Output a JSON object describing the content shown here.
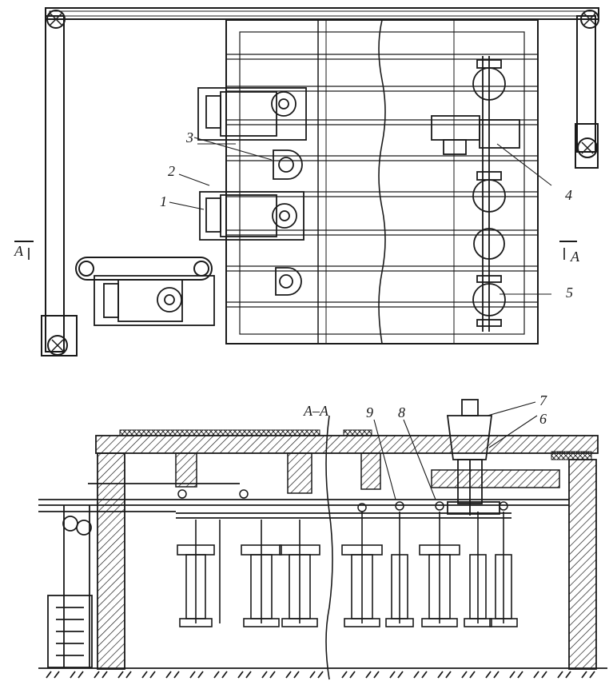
{
  "labels": {
    "n1": "1",
    "n2": "2",
    "n3": "3",
    "n4": "4",
    "n5": "5",
    "n6": "6",
    "n7": "7",
    "n8": "8",
    "n9": "9",
    "section_left": "A",
    "section_right": "A",
    "section_title": "A–A"
  }
}
